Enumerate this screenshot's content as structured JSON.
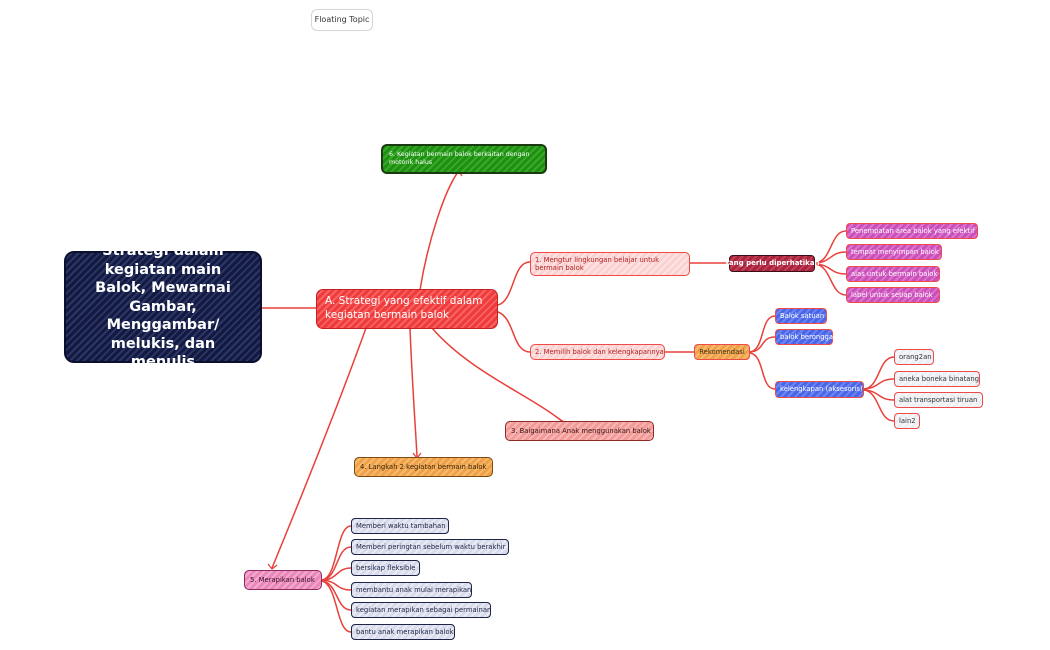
{
  "floating_topic": "Floating Topic",
  "central_topic": "Strategi dalam kegiatan main Balok, Mewarnai Gambar, Menggambar/ melukis, dan menulis",
  "main_branch": "A. Strategi yang efektif dalam kegiatan bermain balok",
  "branch_6": "6. Kegiatan bermain balok berkaitan dengan motorik halus",
  "branch_1": {
    "label": "1. Mengtur lingkungan belajar untuk bermain balok",
    "hub": "Yang perlu diperhatikan",
    "items": [
      "Penempatan area balok yang efektif",
      "tempat menyimpan balok",
      "alas untuk bermain balok",
      "label untuk setiap balok"
    ]
  },
  "branch_2": {
    "label": "2. Memilih balok dan kelengkapannya",
    "hub": "Rekomendasi",
    "items": [
      "Balok satuan",
      "balok berongga"
    ],
    "accessories": {
      "label": "kelengkapan (aksesoris)",
      "items": [
        "orang2an",
        "aneka boneka binatang",
        "alat transportasi tiruan",
        "lain2"
      ]
    }
  },
  "branch_3": "3. Baigaimana Anak menggunakan balok",
  "branch_4": "4. Langkah 2 kegiatan bermain balok",
  "branch_5": {
    "label": "5. Merapikan balok",
    "items": [
      "Memberi waktu tambahan",
      "Memberi peringtan sebelum waktu berakhir",
      "bersikap fleksible",
      "membantu anak mulai merapikan",
      "kegiatan merapikan sebagai permainan",
      "bantu anak merapikan balok"
    ]
  },
  "colors": {
    "line": "#e8403a",
    "central": "#131a40",
    "main": "#ef3b3b",
    "branch_6": "#1f8e12",
    "branch_1": "#fbd2d2",
    "hub_1": "#a8243c",
    "items_1": "#c94fb9",
    "hub_2": "#f0a045",
    "items_2": "#4a66e8",
    "branch_3": "#f39a98",
    "branch_4": "#f0a045",
    "branch_5": "#e987b9",
    "items_5": "#d8dbeb"
  }
}
